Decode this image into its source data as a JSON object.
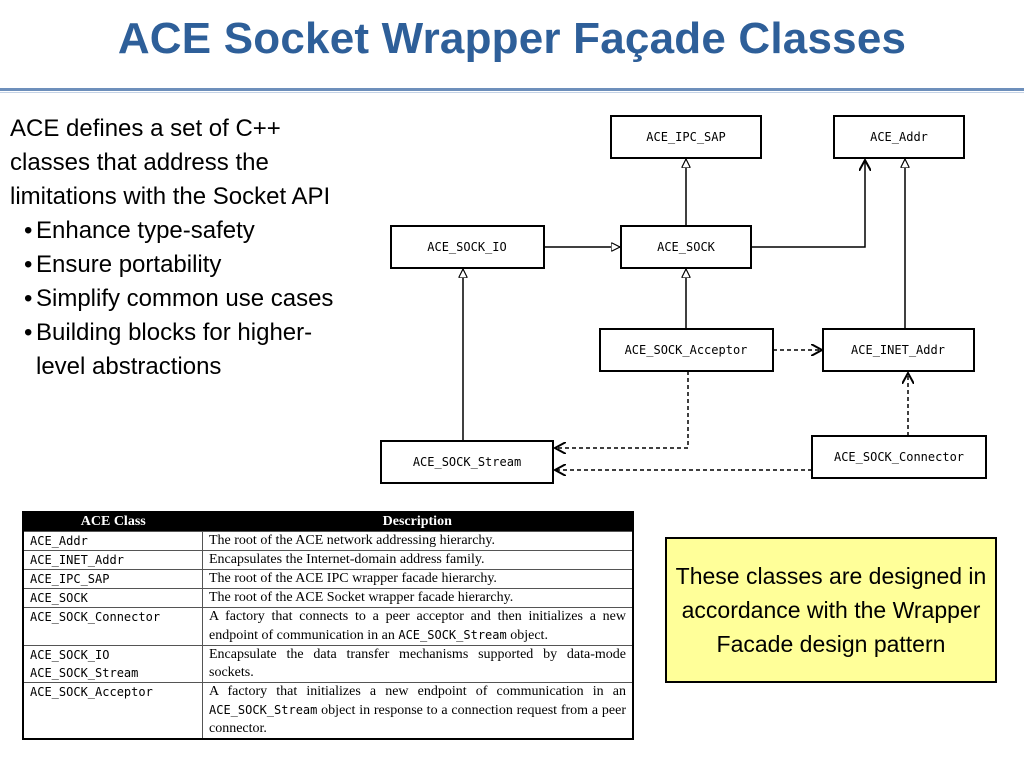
{
  "title": "ACE Socket Wrapper Façade Classes",
  "intro": {
    "text": "ACE defines a set of C++ classes that address the limitations with the Socket API",
    "bullets": [
      "Enhance type-safety",
      "Ensure portability",
      "Simplify common use cases",
      "Building blocks for higher-level abstractions"
    ]
  },
  "diagram": {
    "classes": {
      "ipc_sap": "ACE_IPC_SAP",
      "addr": "ACE_Addr",
      "sock_io": "ACE_SOCK_IO",
      "sock": "ACE_SOCK",
      "acceptor": "ACE_SOCK_Acceptor",
      "inet_addr": "ACE_INET_Addr",
      "stream": "ACE_SOCK_Stream",
      "connector": "ACE_SOCK_Connector"
    }
  },
  "table": {
    "headers": [
      "ACE Class",
      "Description"
    ],
    "rows": [
      {
        "classes": [
          "ACE_Addr"
        ],
        "desc": "The root of the ACE network addressing hierarchy."
      },
      {
        "classes": [
          "ACE_INET_Addr"
        ],
        "desc": "Encapsulates the Internet-domain address family."
      },
      {
        "classes": [
          "ACE_IPC_SAP"
        ],
        "desc": "The root of the ACE IPC wrapper facade hierarchy."
      },
      {
        "classes": [
          "ACE_SOCK"
        ],
        "desc": "The root of the ACE Socket wrapper facade hierarchy."
      },
      {
        "classes": [
          "ACE_SOCK_Connector"
        ],
        "desc_pre": "A factory that connects to a peer acceptor and then initializes a new endpoint of communication in an ",
        "desc_code": "ACE_SOCK_Stream",
        "desc_post": " object."
      },
      {
        "classes": [
          "ACE_SOCK_IO",
          "ACE_SOCK_Stream"
        ],
        "desc": "Encapsulate the data transfer mechanisms supported by data-mode sockets."
      },
      {
        "classes": [
          "ACE_SOCK_Acceptor"
        ],
        "desc_pre": "A factory that initializes a new endpoint of communication in an ",
        "desc_code": "ACE_SOCK_Stream",
        "desc_post": " object in response to a connection request from a peer connector."
      }
    ]
  },
  "note": "These classes are designed in accordance with the Wrapper Facade design pattern",
  "colors": {
    "title": "#2e5f99",
    "note_background": "#ffff99"
  }
}
